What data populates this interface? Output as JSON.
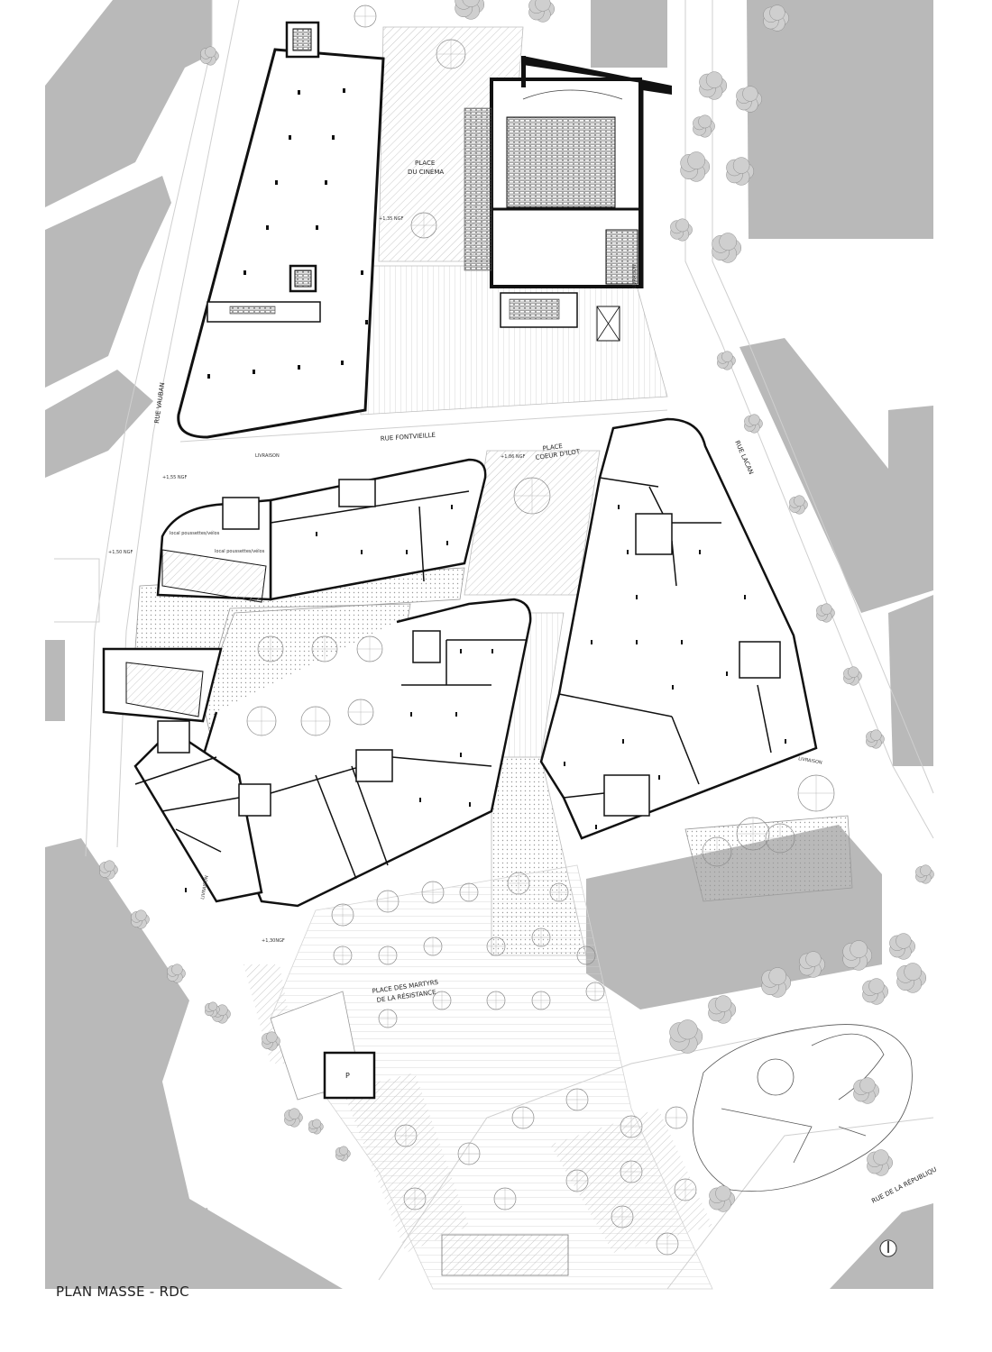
{
  "sheet": {
    "title": "PLAN MASSE - RDC"
  },
  "streets": {
    "vauban": "RUE VAUBAN",
    "fontvieille": "RUE FONTVIEILLE",
    "lacan": "RUE LACAN",
    "republique": "RUE DE LA RÉPUBLIQU"
  },
  "places": {
    "cinema": [
      "PLACE",
      "DU CINÉMA"
    ],
    "coeur": [
      "PLACE",
      "COEUR D'ILOT"
    ],
    "martyrs": [
      "PLACE DES MARTYRS",
      "DE LA RÉSISTANCE"
    ]
  },
  "annotations": {
    "livraison": "LIVRAISON",
    "local_poussettes": "local poussettes/vélos",
    "level_1": "+1,35 NGF",
    "level_2": "+1,55 NGF",
    "level_3": "+1,86 NGF",
    "level_4": "+1,50 NGF",
    "level_5": "+1,30NGF",
    "parking_p": "P"
  },
  "colors": {
    "context_building": "#b9b9b9",
    "wall": "#111111",
    "background": "#ffffff"
  }
}
